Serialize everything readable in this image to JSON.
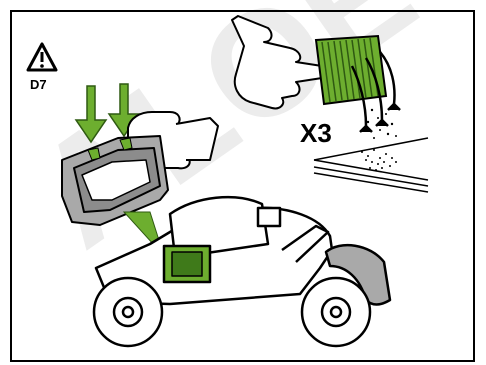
{
  "warning": {
    "icon": "warning-triangle-icon",
    "code": "D7"
  },
  "repeat_label": "X3",
  "watermark": "ALOE",
  "colors": {
    "filter_green": "#6dae2f",
    "filter_green_dark": "#3f7a1a",
    "housing_gray": "#a9a9a9",
    "cover_gray": "#8c8c8c",
    "watermark": "#ececec",
    "frame": "#000000"
  },
  "steps": [
    {
      "name": "press-release-clips",
      "icon": "arrow-down-icon",
      "count": 2
    },
    {
      "name": "remove-air-filter-cover",
      "icon": "cover-icon"
    },
    {
      "name": "tap-filter-to-remove-dust",
      "icon": "air-filter-icon",
      "times": 3
    }
  ]
}
